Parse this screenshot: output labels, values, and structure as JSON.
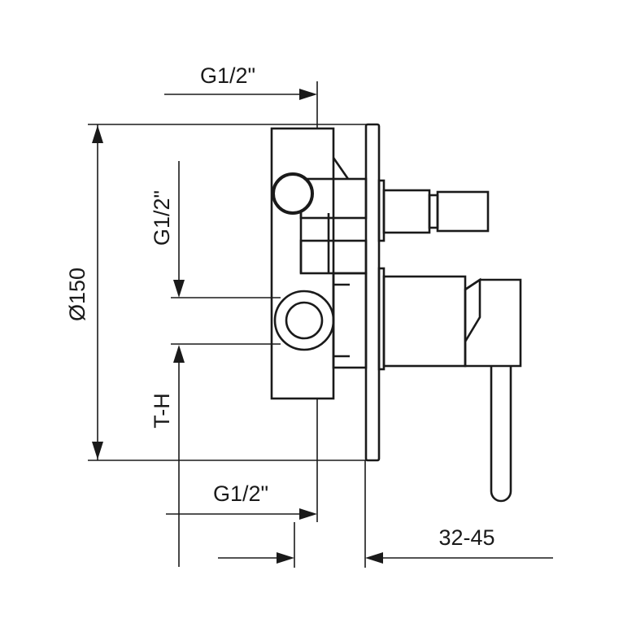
{
  "dimensions": {
    "top_thread": "G1/2\"",
    "left_thread": "G1/2\"",
    "bottom_thread": "G1/2\"",
    "diameter": "Ø150",
    "height_label": "T-H",
    "depth_range": "32-45"
  }
}
